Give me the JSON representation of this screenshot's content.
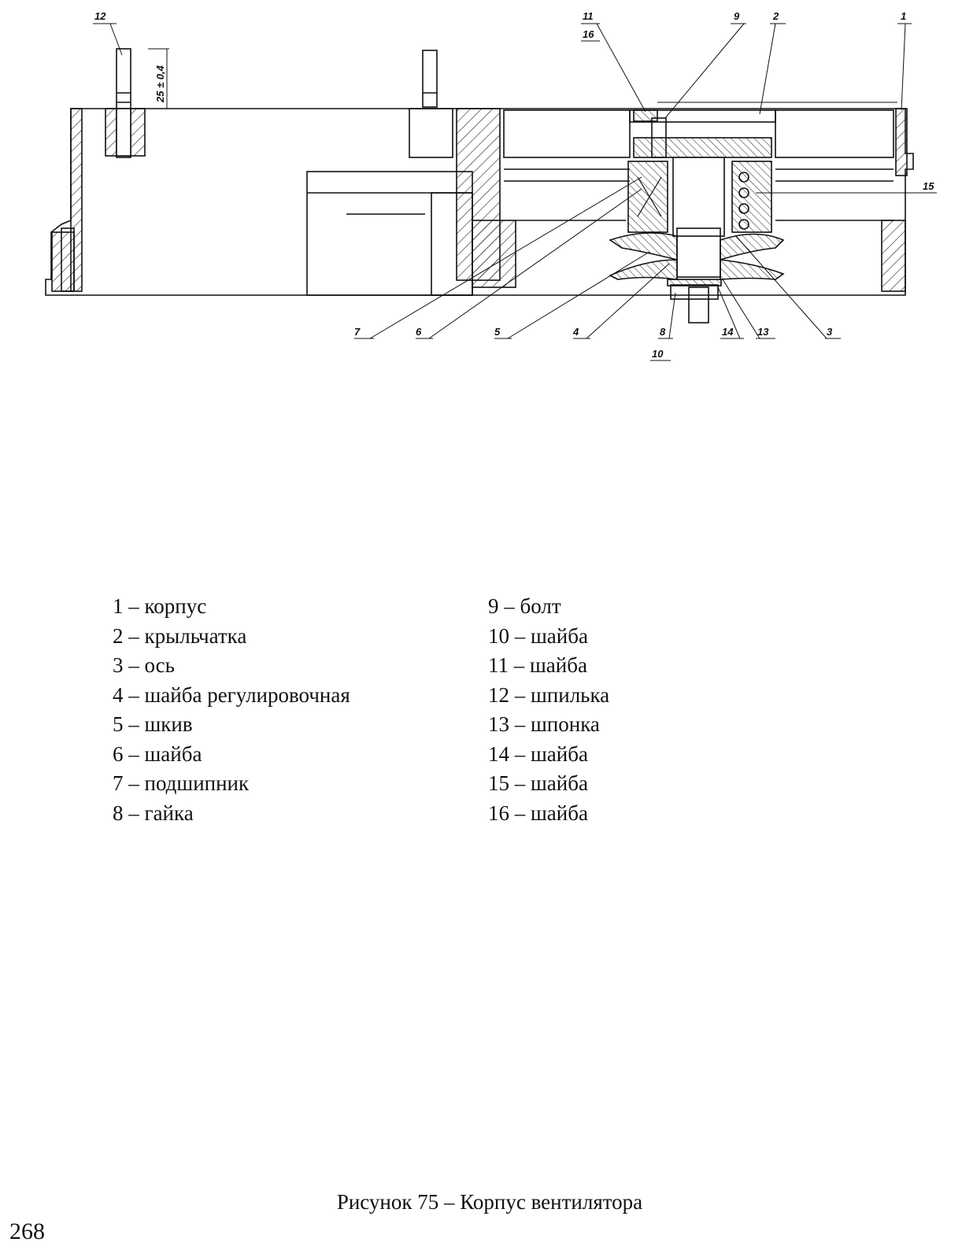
{
  "drawing": {
    "dimension": "25 ± 0,4",
    "callouts": [
      "12",
      "11",
      "16",
      "9",
      "2",
      "1",
      "15",
      "7",
      "6",
      "5",
      "4",
      "8",
      "10",
      "14",
      "13",
      "3"
    ]
  },
  "legend": {
    "left": [
      "1 – корпус",
      "2 – крыльчатка",
      "3 – ось",
      "4 – шайба регулировочная",
      "5 – шкив",
      "6 – шайба",
      "7 – подшипник",
      "8 – гайка"
    ],
    "right": [
      "9 – болт",
      "10 – шайба",
      "11 – шайба",
      "12 – шпилька",
      "13 – шпонка",
      "14 – шайба",
      "15 – шайба",
      "16 – шайба"
    ]
  },
  "caption": "Рисунок 75 – Корпус вентилятора",
  "page_number": "268"
}
